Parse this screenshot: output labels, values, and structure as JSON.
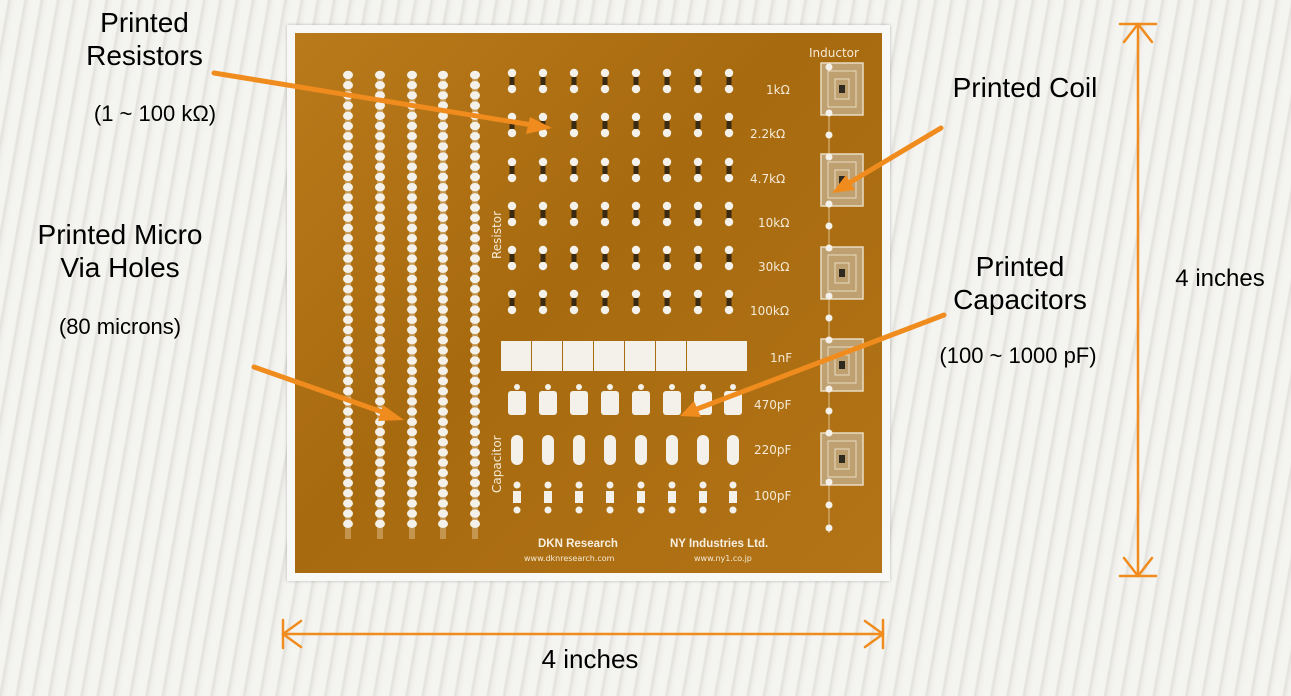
{
  "callouts": {
    "resistors_title": "Printed\nResistors",
    "resistors_range": "(1 ~ 100 kΩ)",
    "coil_title": "Printed Coil",
    "vias_title": "Printed Micro\nVia Holes",
    "vias_size": "(80 microns)",
    "capacitors_title": "Printed\nCapacitors",
    "capacitors_range": "(100 ~ 1000 pF)"
  },
  "dimensions": {
    "height_label": "4 inches",
    "width_label": "4 inches"
  },
  "board": {
    "section_inductor": "Inductor",
    "section_resistor": "Resistor",
    "section_capacitor": "Capacitor",
    "row_values": [
      "1kΩ",
      "2.2kΩ",
      "4.7kΩ",
      "10kΩ",
      "30kΩ",
      "100kΩ",
      "1nF",
      "470pF",
      "220pF",
      "100pF"
    ],
    "company_left": "DKN Research",
    "url_left": "www.dknresearch.com",
    "company_right": "NY Industries Ltd.",
    "url_right": "www.ny1.co.jp"
  },
  "colors": {
    "arrow": "#f08c1e",
    "board": "#b07314",
    "pad": "#f3f1ea"
  }
}
